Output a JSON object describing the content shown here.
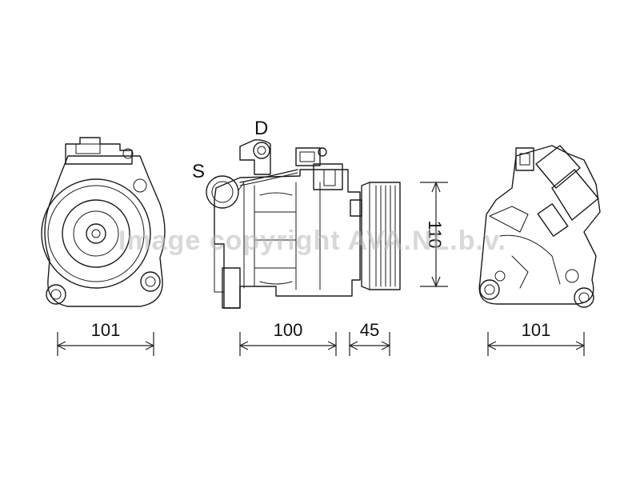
{
  "port_labels": {
    "discharge": "D",
    "suction": "S"
  },
  "dimensions": {
    "front_width": "101",
    "body_length": "100",
    "pulley_length": "45",
    "height": "110",
    "rear_width": "101"
  },
  "watermark": "Image copyright AVA.NL.b.v."
}
